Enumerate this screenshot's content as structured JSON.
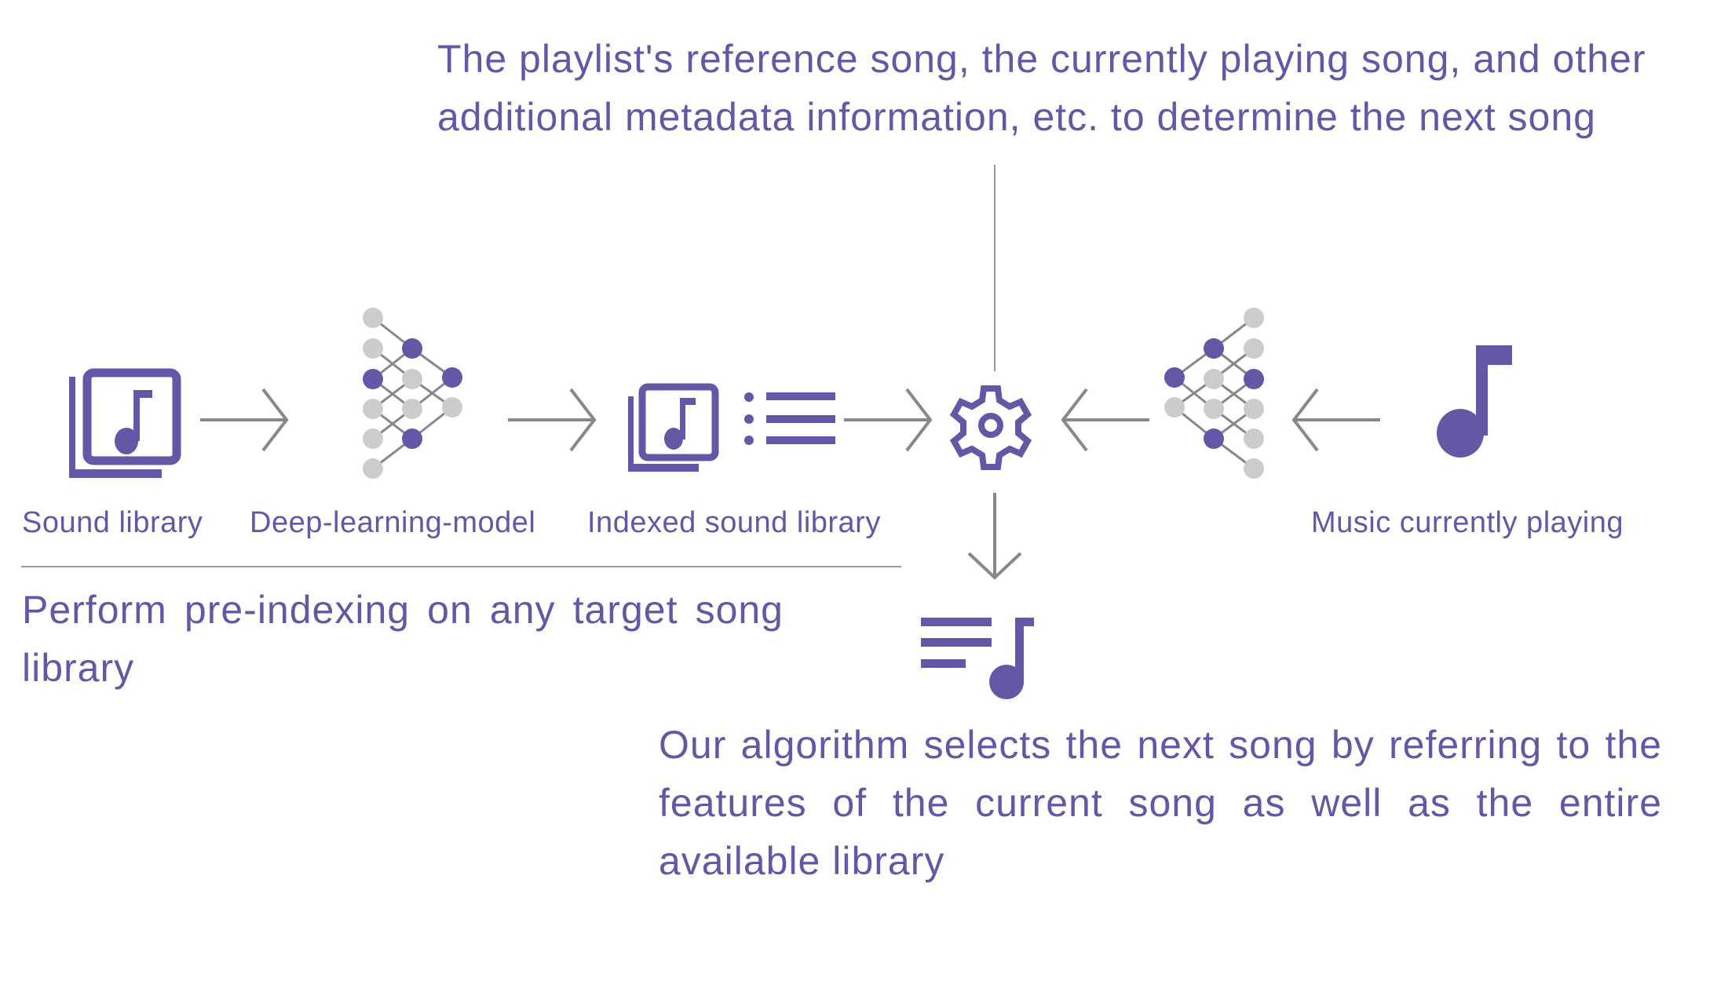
{
  "colors": {
    "accent": "#6357a6",
    "arrow": "#888888",
    "node_inactive": "#cbcccc"
  },
  "top_note": "The playlist's reference song, the currently playing song, and other additional metadata information, etc. to determine the next song",
  "labels": {
    "sound_library": "Sound library",
    "model": "Deep-learning-model",
    "indexed": "Indexed sound library",
    "current": "Music currently playing"
  },
  "left_note": "Perform pre-indexing on any target song library",
  "bottom_note": "Our algorithm selects the next song by referring to the features of the current song as well as the entire available library"
}
